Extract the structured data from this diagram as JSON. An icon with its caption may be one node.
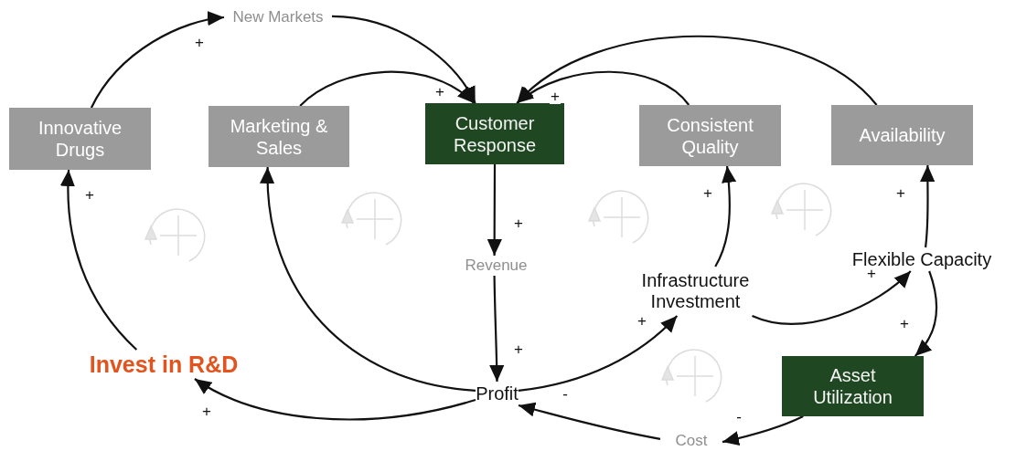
{
  "diagram": {
    "nodes": [
      {
        "text": [
          "Innovative Drugs"
        ]
      },
      {
        "text": [
          "Marketing & Sales"
        ]
      },
      {
        "text": [
          "Customer Response"
        ]
      },
      {
        "text": [
          "Consistent Quality"
        ]
      },
      {
        "text": [
          "Availability"
        ]
      },
      {
        "text": [
          "New Markets"
        ]
      },
      {
        "text": [
          "Revenue"
        ]
      },
      {
        "text": [
          "Infrastructure Investment"
        ]
      },
      {
        "text": [
          "Flexible Capacity"
        ]
      },
      {
        "text": [
          "Invest in R&D"
        ]
      },
      {
        "text": [
          "Profit"
        ]
      },
      {
        "text": [
          "Asset Utilization"
        ]
      },
      {
        "text": [
          "Cost"
        ]
      }
    ],
    "edges": [
      {
        "from": 0,
        "to": 5,
        "arrow": "to",
        "label": "+"
      },
      {
        "from": 5,
        "to": 2,
        "arrow": "to"
      },
      {
        "from": 1,
        "to": 2,
        "arrow": "to",
        "label": "+"
      },
      {
        "from": 3,
        "to": 2,
        "arrow": "to",
        "label": "+"
      },
      {
        "from": 4,
        "to": 2,
        "arrow": "to"
      },
      {
        "from": 2,
        "to": 6,
        "arrow": "to",
        "label": "+"
      },
      {
        "from": 6,
        "to": 10,
        "arrow": "to",
        "label": "+"
      },
      {
        "from": 10,
        "to": 9,
        "arrow": "to",
        "label": "+"
      },
      {
        "from": 9,
        "to": 0,
        "arrow": "to",
        "label": "+"
      },
      {
        "from": 10,
        "to": 1,
        "arrow": "to"
      },
      {
        "from": 10,
        "to": 7,
        "arrow": "to",
        "label": "+"
      },
      {
        "from": 7,
        "to": 3,
        "arrow": "to",
        "label": "+"
      },
      {
        "from": 7,
        "to": 8,
        "arrow": "to",
        "label": "+"
      },
      {
        "from": 8,
        "to": 4,
        "arrow": "to",
        "label": "+"
      },
      {
        "from": 8,
        "to": 11,
        "arrow": "to",
        "label": "+"
      },
      {
        "from": 11,
        "to": 12,
        "arrow": "to",
        "label": "-"
      },
      {
        "from": 12,
        "to": 10,
        "arrow": "to",
        "label": "-"
      }
    ]
  }
}
